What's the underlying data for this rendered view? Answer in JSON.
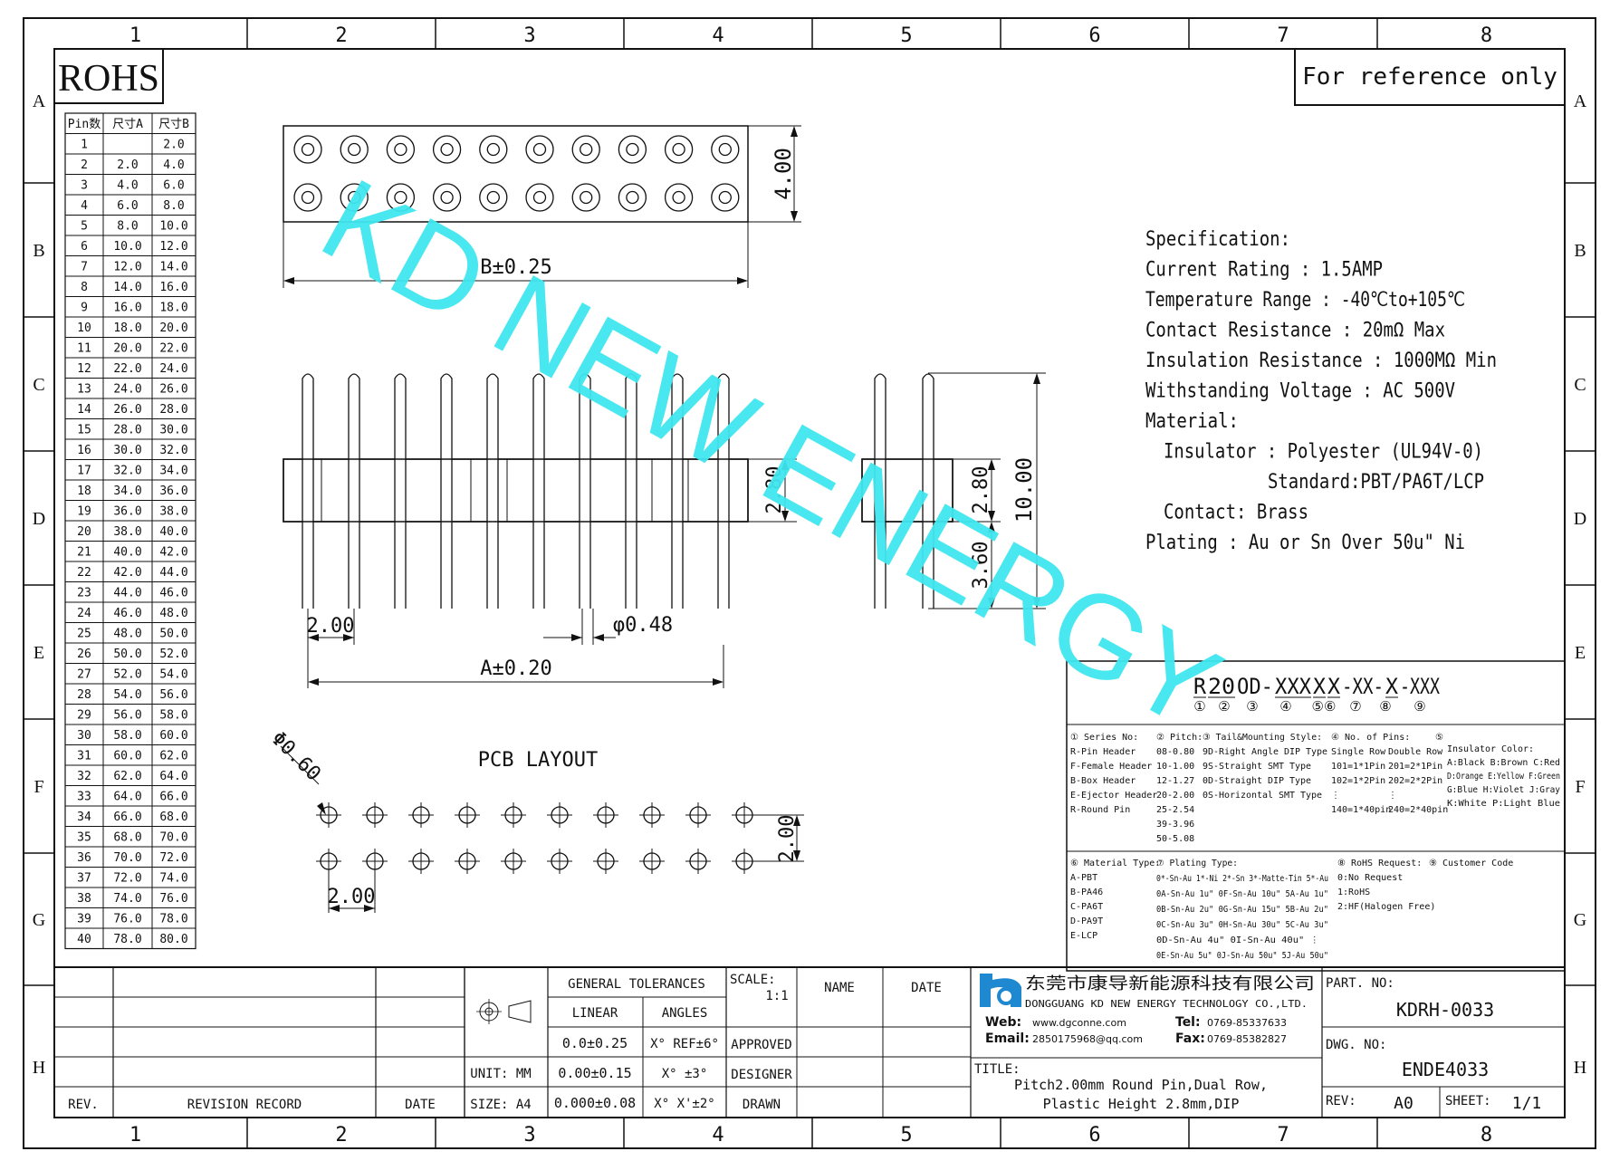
{
  "border": {
    "columns": [
      "1",
      "2",
      "3",
      "4",
      "5",
      "6",
      "7",
      "8"
    ],
    "rows": [
      "A",
      "B",
      "C",
      "D",
      "E",
      "F",
      "G",
      "H"
    ]
  },
  "rohs_label": "ROHS",
  "reference_note": "For reference only",
  "watermark": "KD NEW ENERGY",
  "pin_table": {
    "headers": [
      "Pin数",
      "尺寸A",
      "尺寸B"
    ],
    "rows": [
      [
        "1",
        "",
        "2.0"
      ],
      [
        "2",
        "2.0",
        "4.0"
      ],
      [
        "3",
        "4.0",
        "6.0"
      ],
      [
        "4",
        "6.0",
        "8.0"
      ],
      [
        "5",
        "8.0",
        "10.0"
      ],
      [
        "6",
        "10.0",
        "12.0"
      ],
      [
        "7",
        "12.0",
        "14.0"
      ],
      [
        "8",
        "14.0",
        "16.0"
      ],
      [
        "9",
        "16.0",
        "18.0"
      ],
      [
        "10",
        "18.0",
        "20.0"
      ],
      [
        "11",
        "20.0",
        "22.0"
      ],
      [
        "12",
        "22.0",
        "24.0"
      ],
      [
        "13",
        "24.0",
        "26.0"
      ],
      [
        "14",
        "26.0",
        "28.0"
      ],
      [
        "15",
        "28.0",
        "30.0"
      ],
      [
        "16",
        "30.0",
        "32.0"
      ],
      [
        "17",
        "32.0",
        "34.0"
      ],
      [
        "18",
        "34.0",
        "36.0"
      ],
      [
        "19",
        "36.0",
        "38.0"
      ],
      [
        "20",
        "38.0",
        "40.0"
      ],
      [
        "21",
        "40.0",
        "42.0"
      ],
      [
        "22",
        "42.0",
        "44.0"
      ],
      [
        "23",
        "44.0",
        "46.0"
      ],
      [
        "24",
        "46.0",
        "48.0"
      ],
      [
        "25",
        "48.0",
        "50.0"
      ],
      [
        "26",
        "50.0",
        "52.0"
      ],
      [
        "27",
        "52.0",
        "54.0"
      ],
      [
        "28",
        "54.0",
        "56.0"
      ],
      [
        "29",
        "56.0",
        "58.0"
      ],
      [
        "30",
        "58.0",
        "60.0"
      ],
      [
        "31",
        "60.0",
        "62.0"
      ],
      [
        "32",
        "62.0",
        "64.0"
      ],
      [
        "33",
        "64.0",
        "66.0"
      ],
      [
        "34",
        "66.0",
        "68.0"
      ],
      [
        "35",
        "68.0",
        "70.0"
      ],
      [
        "36",
        "70.0",
        "72.0"
      ],
      [
        "37",
        "72.0",
        "74.0"
      ],
      [
        "38",
        "74.0",
        "76.0"
      ],
      [
        "39",
        "76.0",
        "78.0"
      ],
      [
        "40",
        "78.0",
        "80.0"
      ]
    ]
  },
  "dimensions": {
    "width_4": "4.00",
    "b_dim": "B±0.25",
    "h_280_front": "2.80",
    "h_280_side": "2.80",
    "h_1000": "10.00",
    "h_360": "3.60",
    "pitch_200": "2.00",
    "pin_dia": "φ0.48",
    "a_dim": "A±0.20",
    "pcb_hole": "Φ0.60",
    "pcb_row": "2.00",
    "pcb_pitch": "2.00"
  },
  "pcb_title": "PCB LAYOUT",
  "spec": {
    "lines": [
      "Specification:",
      "Current Rating : 1.5AMP",
      "Temperature Range : -40℃to+105℃",
      "Contact Resistance : 20mΩ Max",
      "Insulation Resistance : 1000MΩ Min",
      "Withstanding Voltage : AC 500V",
      "Material:",
      "Insulator : Polyester (UL94V-0)",
      "Standard:PBT/PA6T/LCP",
      "Contact: Brass",
      "Plating : Au or Sn Over 50u\" Ni"
    ]
  },
  "part_code": {
    "segments": [
      "R",
      "20",
      "OD-",
      "XXX",
      "X",
      "X",
      "-XX-",
      "X",
      "-XXX"
    ],
    "markers": [
      "①",
      "②",
      "③",
      "④",
      "⑤⑥",
      "⑦",
      "⑧",
      "⑨"
    ],
    "col1": [
      "① Series No:",
      "R-Pin Header",
      "F-Female Header",
      "B-Box Header",
      "E-Ejector Header",
      "R-Round Pin"
    ],
    "col2": [
      "② Pitch:",
      "08-0.80",
      "10-1.00",
      "12-1.27",
      "20-2.00",
      "25-2.54",
      "39-3.96",
      "50-5.08"
    ],
    "col3": [
      "③ Tail&Mounting Style:",
      "9D-Right Angle DIP Type",
      "9S-Straight SMT Type",
      "0D-Straight DIP Type",
      "0S-Horizontal SMT Type"
    ],
    "col4": [
      "④ No. of Pins:",
      "Single Row",
      "101=1*1Pin",
      "102=1*2Pin",
      "⋮",
      "140=1*40pin"
    ],
    "col4b": [
      "",
      "Double Row",
      "201=2*1Pin",
      "202=2*2Pin",
      "⋮",
      "240=2*40pin"
    ],
    "col5": [
      "⑤",
      "Insulator Color:",
      "A:Black  B:Brown  C:Red",
      "D:Orange E:Yellow F:Green",
      "G:Blue   H:Violet J:Gray",
      "K:White  P:Light Blue"
    ],
    "col6": [
      "⑥ Material Type:",
      "A-PBT",
      "B-PA46",
      "C-PA6T",
      "D-PA9T",
      "E-LCP"
    ],
    "col7": [
      "⑦ Plating Type:",
      "0*-Sn-Au 1*-Ni 2*-Sn 3*-Matte-Tin 5*-Au",
      "0A-Sn-Au 1u\" 0F-Sn-Au 10u\"  5A-Au 1u\"",
      "0B-Sn-Au 2u\" 0G-Sn-Au 15u\"  5B-Au 2u\"",
      "0C-Sn-Au 3u\" 0H-Sn-Au 30u\"  5C-Au 3u\"",
      "0D-Sn-Au 4u\" 0I-Sn-Au 40u\"   ⋮",
      "0E-Sn-Au 5u\" 0J-Sn-Au 50u\"  5J-Au 50u\""
    ],
    "col8": [
      "⑧ RoHS Request:",
      "0:No Request",
      "1:RoHS",
      "2:HF(Halogen Free)"
    ],
    "col9": [
      "⑨ Customer Code"
    ]
  },
  "title_block": {
    "general_tolerances": "GENERAL TOLERANCES",
    "linear": "LINEAR",
    "angles": "ANGLES",
    "tol_linear": [
      "0.0±0.25",
      "0.00±0.15",
      "0.000±0.08"
    ],
    "tol_angles": [
      "X° REF±6°",
      "X° ±3°",
      "X° X'±2°"
    ],
    "unit": "UNIT: MM",
    "size": "SIZE: A4",
    "scale_label": "SCALE:",
    "scale_value": "1:1",
    "name": "NAME",
    "date": "DATE",
    "approved": "APPROVED",
    "designer": "DESIGNER",
    "drawn": "DRAWN",
    "rev_label": "REV.",
    "revision_record": "REVISION RECORD",
    "rev_date": "DATE",
    "company_cn": "东莞市康导新能源科技有限公司",
    "company_en": "DONGGUANG KD NEW ENERGY TECHNOLOGY CO.,LTD.",
    "web_label": "Web:",
    "web": "www.dgconne.com",
    "email_label": "Email:",
    "email": "2850175968@qq.com",
    "tel_label": "Tel:",
    "tel": "0769-85337633",
    "fax_label": "Fax:",
    "fax": "0769-85382827",
    "title_label": "TITLE:",
    "title_line1": "Pitch2.00mm Round Pin,Dual Row,",
    "title_line2": "Plastic Height 2.8mm,DIP",
    "part_no_label": "PART. NO:",
    "part_no": "KDRH-0033",
    "dwg_no_label": "DWG. NO:",
    "dwg_no": "ENDE4033",
    "rev_sheet_label": "REV:",
    "rev": "A0",
    "sheet_label": "SHEET:",
    "sheet": "1/1"
  },
  "colors": {
    "line": "#111111",
    "watermark": "#3fe6ee",
    "logo": "#1e88d0"
  }
}
